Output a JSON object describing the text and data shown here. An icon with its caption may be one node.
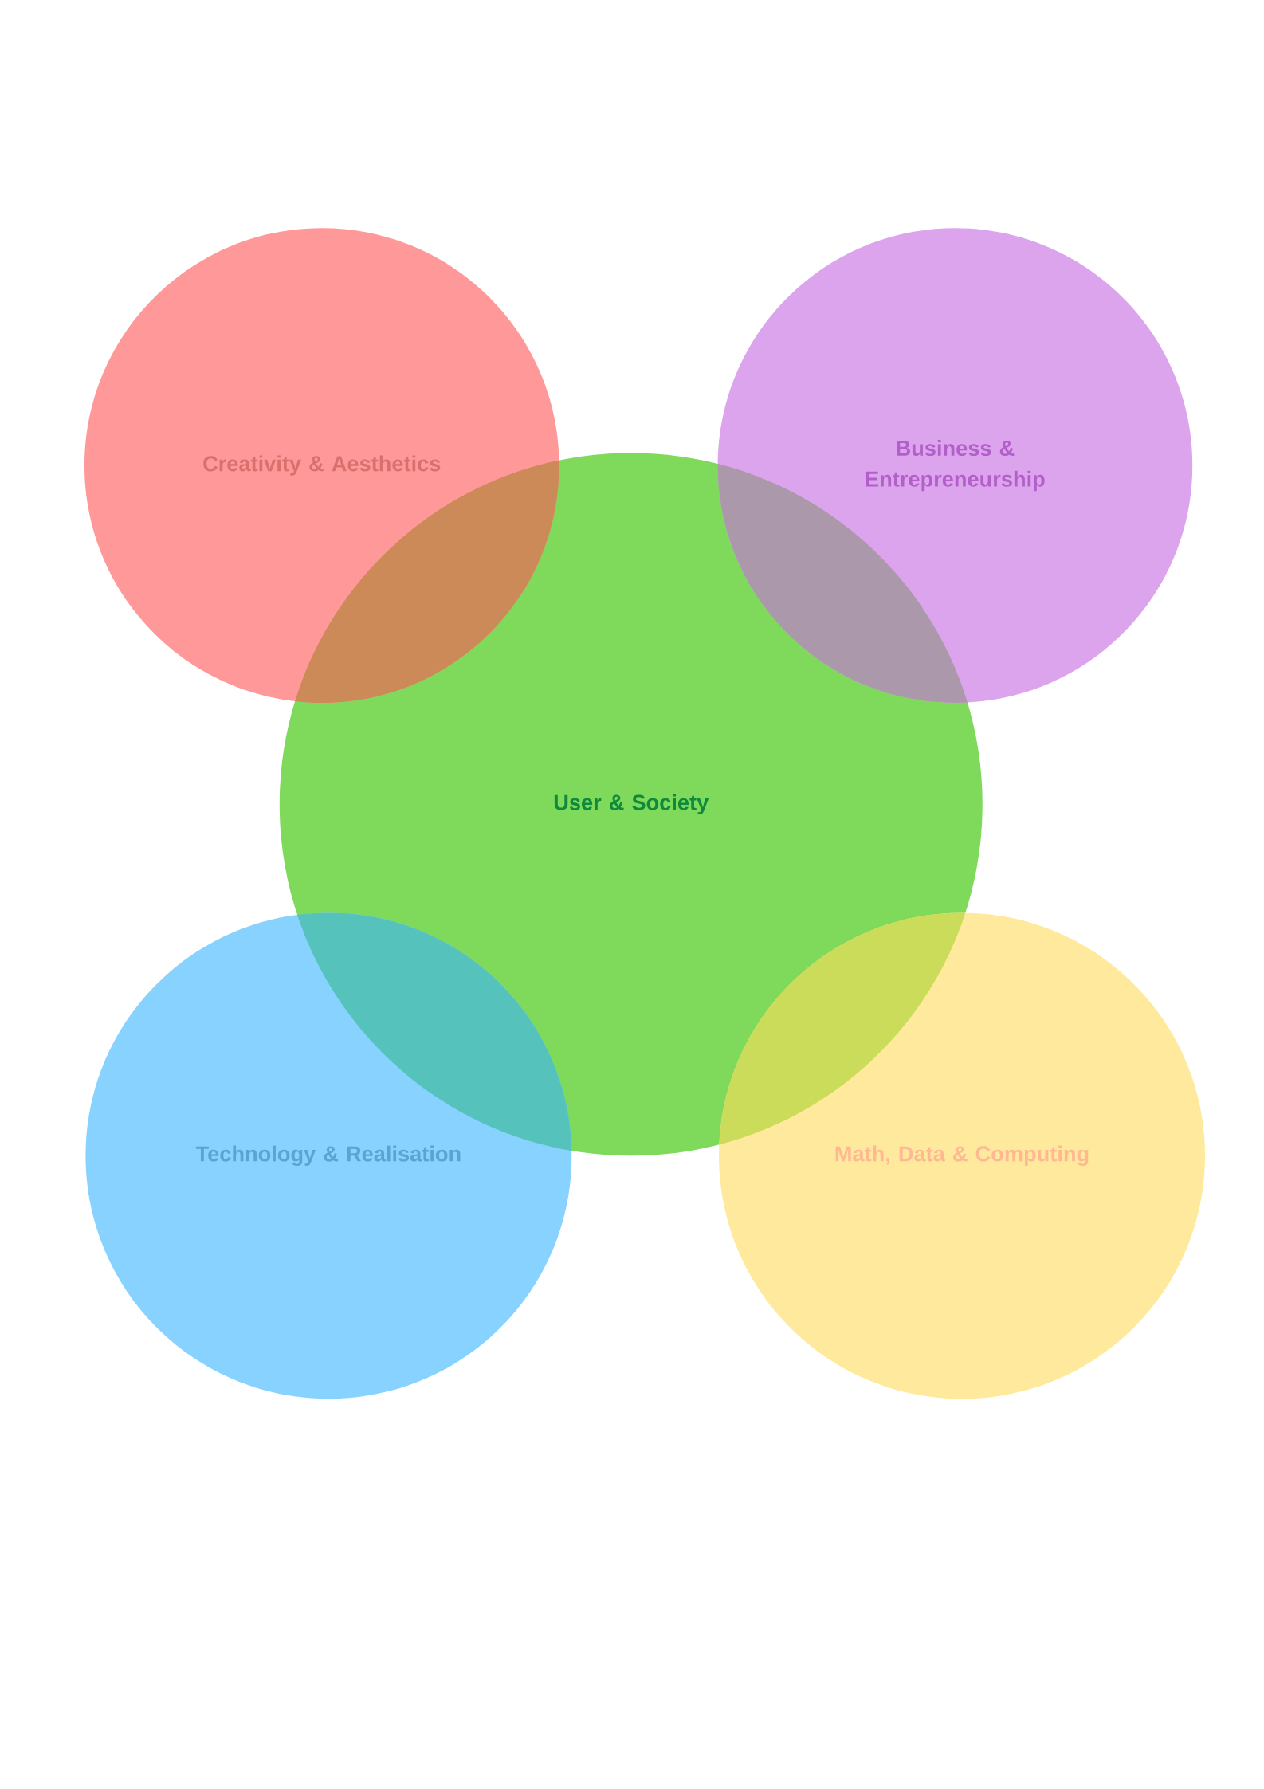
{
  "diagram": {
    "nodes": [
      {
        "text": [
          "Creativity & Aesthetics"
        ]
      },
      {
        "text": [
          "Business & Entrepreneurship"
        ]
      },
      {
        "text": [
          "User & Society"
        ]
      },
      {
        "text": [
          "Technology & Realisation"
        ]
      },
      {
        "text": [
          "Math, Data & Computing"
        ]
      }
    ]
  }
}
